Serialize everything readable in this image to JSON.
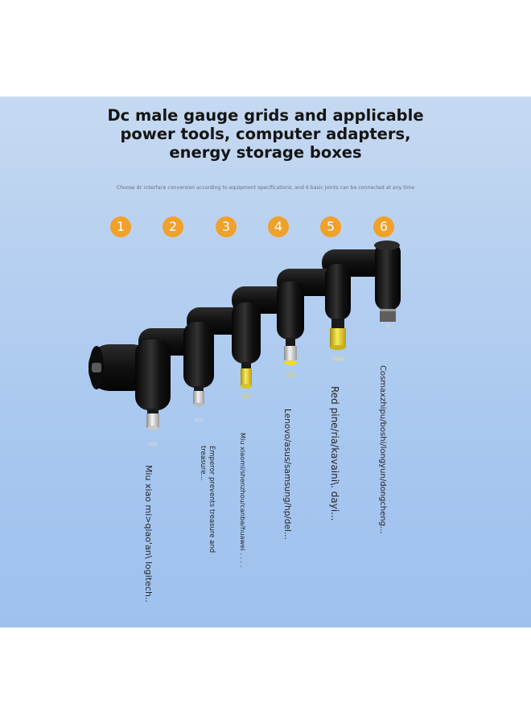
{
  "title": {
    "line1": "Dc male gauge grids and applicable",
    "line2": "power tools, computer adapters,",
    "line3": "energy storage boxes"
  },
  "subtitle": "Choose dc interface conversion according to equipment specifications, and 6 basic joints can be connected at any time",
  "numbers": [
    "1",
    "2",
    "3",
    "4",
    "5",
    "6"
  ],
  "labels": [
    "Miu xiao mi>qiao'an\\ logitech..",
    "Emperor prevents treasure and treasure...",
    "Miu xiaomi/shenzhou/canba/huawei . . . .",
    "Lenovo/asus/samsung/hp/del...",
    "Red pine/ria/kavaini\\. dayi...",
    "Cosmaxzhipu/boshi/longyun/dongcheng..."
  ],
  "colors": {
    "badge": "#f0a12a",
    "plug_body": "#141414",
    "yellow_tip": "#f2dc1e",
    "background": "#b0ccf0"
  }
}
